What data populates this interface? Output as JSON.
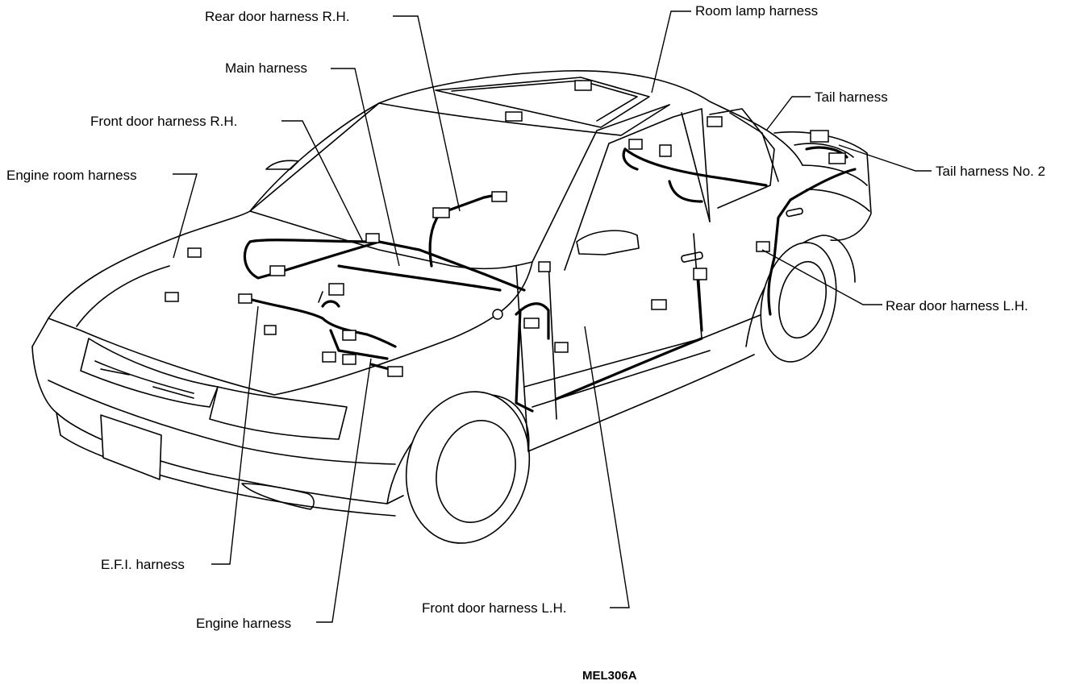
{
  "labels": {
    "rear_door_rh": "Rear door harness R.H.",
    "room_lamp": "Room lamp harness",
    "main": "Main harness",
    "tail": "Tail harness",
    "front_door_rh": "Front door harness R.H.",
    "engine_room": "Engine room harness",
    "tail_no2": "Tail harness No. 2",
    "rear_door_lh": "Rear door harness L.H.",
    "efi": "E.F.I. harness",
    "front_door_lh": "Front door harness L.H.",
    "engine": "Engine harness"
  },
  "figure_code": "MEL306A"
}
